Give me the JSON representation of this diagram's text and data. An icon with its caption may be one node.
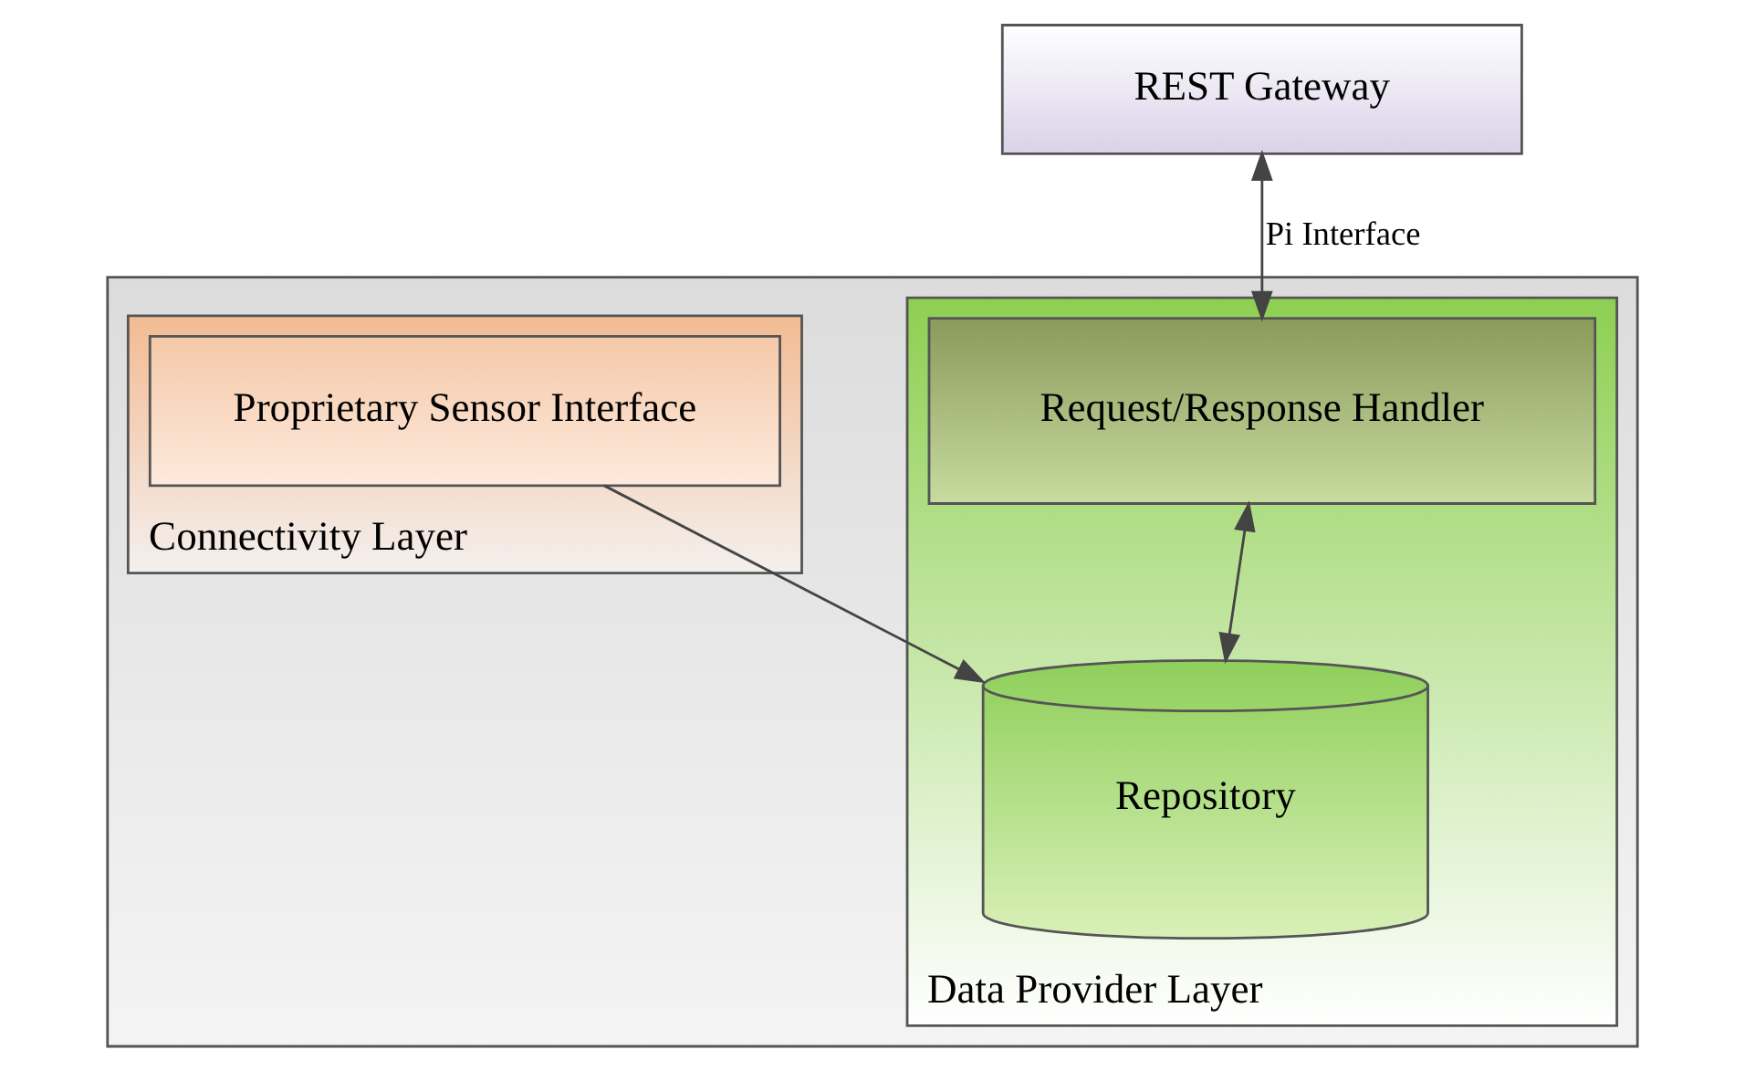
{
  "diagram": {
    "nodes": [
      {
        "text": [
          "REST Gateway"
        ]
      },
      {
        "text": [],
        "shape": "box"
      },
      {
        "text": [
          "Data Provider Layer"
        ],
        "in": 1
      },
      {
        "text": [
          "Request/Response Handler"
        ],
        "in": 2
      },
      {
        "text": [
          "Repository"
        ],
        "in": 2
      },
      {
        "text": [
          "Connectivity Layer"
        ],
        "in": 1
      },
      {
        "text": [
          "Proprietary Sensor Interface"
        ],
        "in": 5
      }
    ],
    "edges": [
      {
        "from": 0,
        "to": 3,
        "arrow": "both",
        "label": "Pi Interface"
      },
      {
        "from": 3,
        "to": 4,
        "arrow": "both"
      },
      {
        "from": 6,
        "to": 4,
        "arrow": "to"
      }
    ]
  }
}
